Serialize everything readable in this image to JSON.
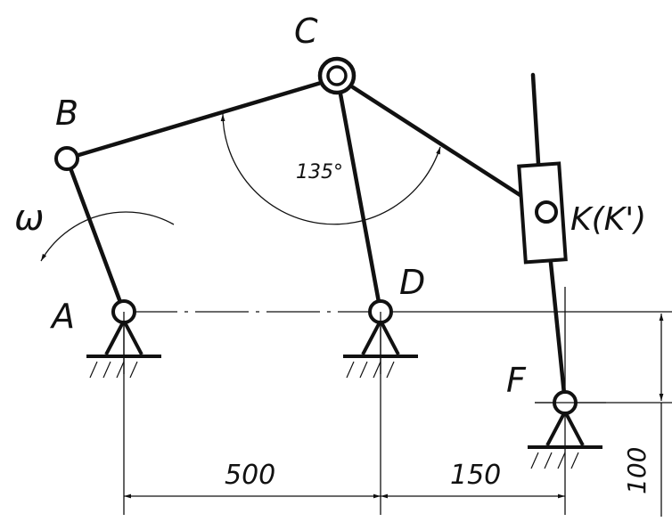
{
  "labels": {
    "A": "A",
    "B": "B",
    "C": "C",
    "D": "D",
    "F": "F",
    "K": "K(K')",
    "omega": "ω",
    "angle": "135°"
  },
  "dimensions": {
    "AD": "500",
    "DF": "150",
    "F_offset": "100"
  },
  "colors": {
    "line": "#111111",
    "background": "#ffffff"
  }
}
